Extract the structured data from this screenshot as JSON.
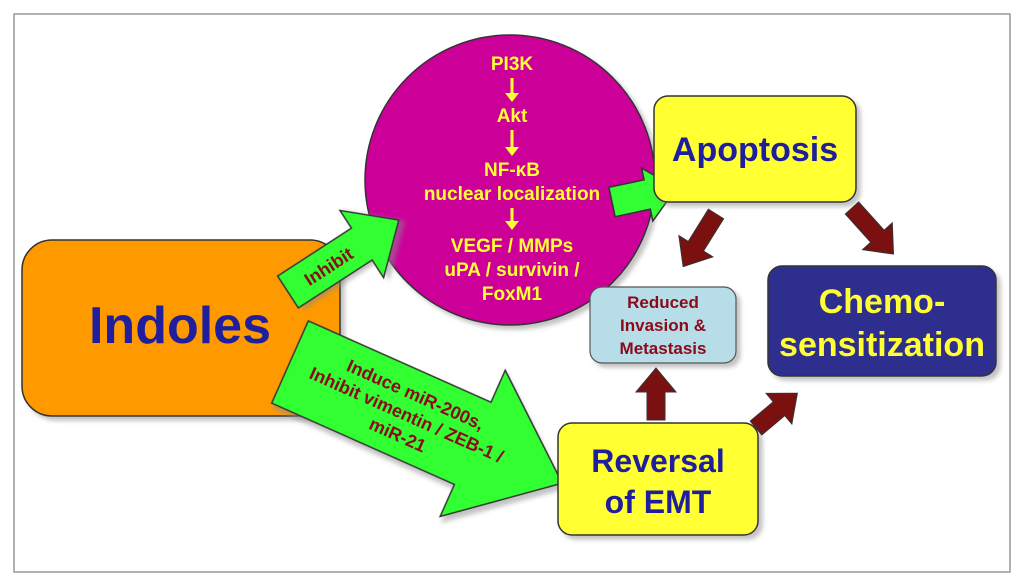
{
  "colors": {
    "indoles_fill": "#FF9900",
    "indoles_text": "#1F1F9E",
    "green_arrow": "#33FF33",
    "magenta_circle": "#CC0099",
    "circle_text": "#FFFF33",
    "yellow_box": "#FFFF33",
    "navy_box": "#2E2E8F",
    "navy_text": "#FFFF33",
    "reduced_fill": "#B7DDE8",
    "reduced_text": "#8B0A1A",
    "dark_red_arrow": "#7A1010",
    "inhibit_text": "#8B0A1A"
  },
  "diagram": {
    "indoles": "Indoles",
    "inhibit_arrow": "Inhibit",
    "induce_arrow": [
      "Induce miR-200s,",
      "Inhibit vimentin / ZEB-1 /",
      "miR-21"
    ],
    "pathway": {
      "pi3k": "PI3K",
      "akt": "Akt",
      "nfkb": "NF-κB",
      "nuclear": "nuclear localization",
      "targets_1": "VEGF / MMPs",
      "targets_2": "uPA / survivin /",
      "targets_3": "FoxM1"
    },
    "apoptosis": "Apoptosis",
    "reduced": [
      "Reduced",
      "Invasion &",
      "Metastasis"
    ],
    "chemo": [
      "Chemo-",
      "sensitization"
    ],
    "reversal": [
      "Reversal",
      "of EMT"
    ]
  }
}
